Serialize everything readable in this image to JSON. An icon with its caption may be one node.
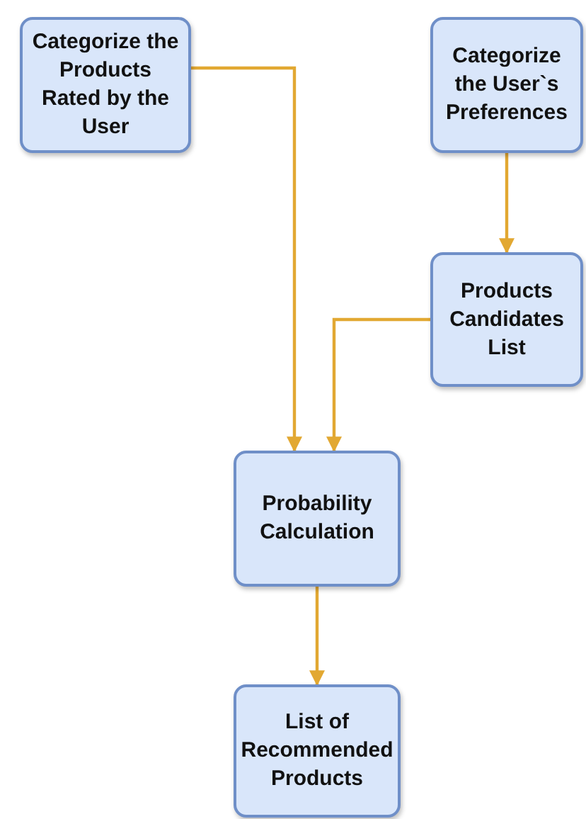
{
  "diagram": {
    "nodes": [
      {
        "text": [
          "Categorize the Products Rated by the User"
        ]
      },
      {
        "text": [
          "Categorize the User`s Preferences"
        ]
      },
      {
        "text": [
          "Products Candidates List"
        ]
      },
      {
        "text": [
          "Probability Calculation"
        ]
      },
      {
        "text": [
          "List of Recommended Products"
        ]
      }
    ],
    "edges": [
      {
        "from": 0,
        "to": 3,
        "arrow": "to"
      },
      {
        "from": 1,
        "to": 2,
        "arrow": "to"
      },
      {
        "from": 2,
        "to": 3,
        "arrow": "to"
      },
      {
        "from": 3,
        "to": 4,
        "arrow": "to"
      }
    ]
  }
}
